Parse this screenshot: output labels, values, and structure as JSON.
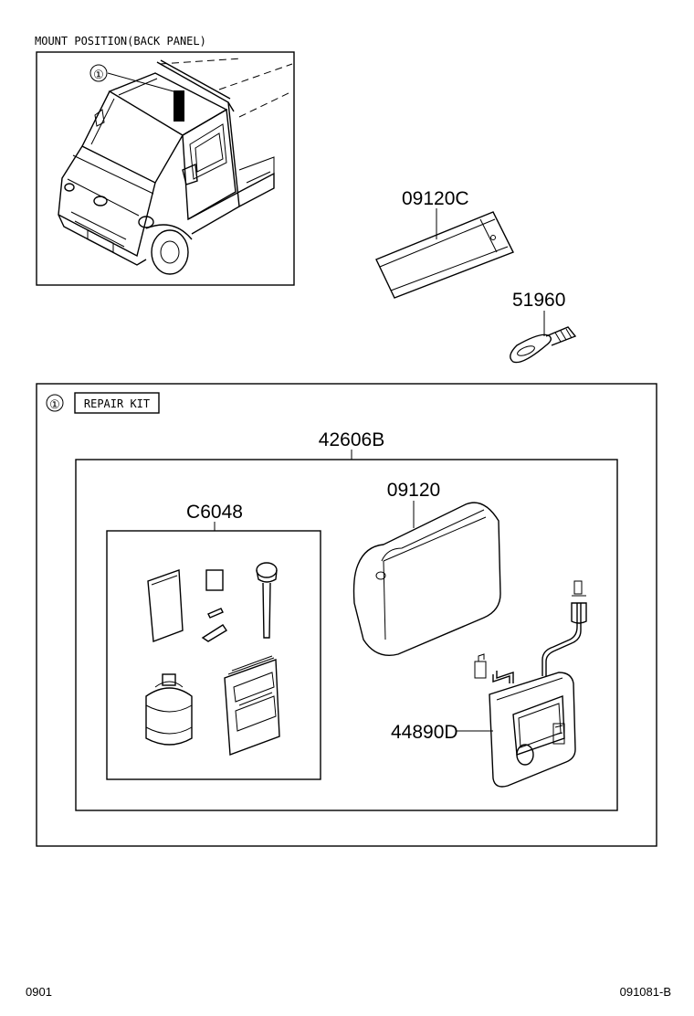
{
  "mount_position_label": "MOUNT POSITION(BACK PANEL)",
  "marker_symbol": "①",
  "repair_kit_label": "REPAIR KIT",
  "parts": {
    "part_09120c": "09120C",
    "part_51960": "51960",
    "part_42606b": "42606B",
    "part_c6048": "C6048",
    "part_09120": "09120",
    "part_44890d": "44890D"
  },
  "footer": {
    "left_code": "0901",
    "right_code": "091081-B"
  }
}
